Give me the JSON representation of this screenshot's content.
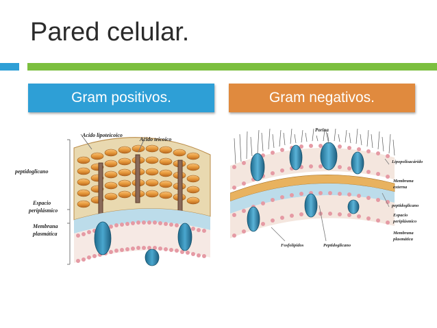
{
  "slide": {
    "title": "Pared celular.",
    "accent_colors": {
      "blue": "#2e9fd6",
      "green": "#7cbf3f",
      "orange": "#e08a3e"
    }
  },
  "gram_positive": {
    "header": "Gram positivos.",
    "labels": {
      "lipoteichoic": "Acido lipoteicoico",
      "teichoic": "Acido teicoico",
      "peptidoglycan": "peptidoglicano",
      "periplasmic_1": "Espacio",
      "periplasmic_2": "periplásmico",
      "membrane_1": "Membrana",
      "membrane_2": "plasmática"
    }
  },
  "gram_negative": {
    "header": "Gram negativos.",
    "labels": {
      "porin": "Porina",
      "lps": "Lipopolisacárido",
      "outer_1": "Membrana",
      "outer_2": "externa",
      "peptidoglycan": "peptidoglicano",
      "periplasmic_1": "Espacio",
      "periplasmic_2": "periplásmico",
      "membrane_1": "Membrana",
      "membrane_2": "plasmática",
      "phospholipids": "Fosfolípidos",
      "peptidoglycan_bottom": "Peptidoglicano"
    }
  }
}
